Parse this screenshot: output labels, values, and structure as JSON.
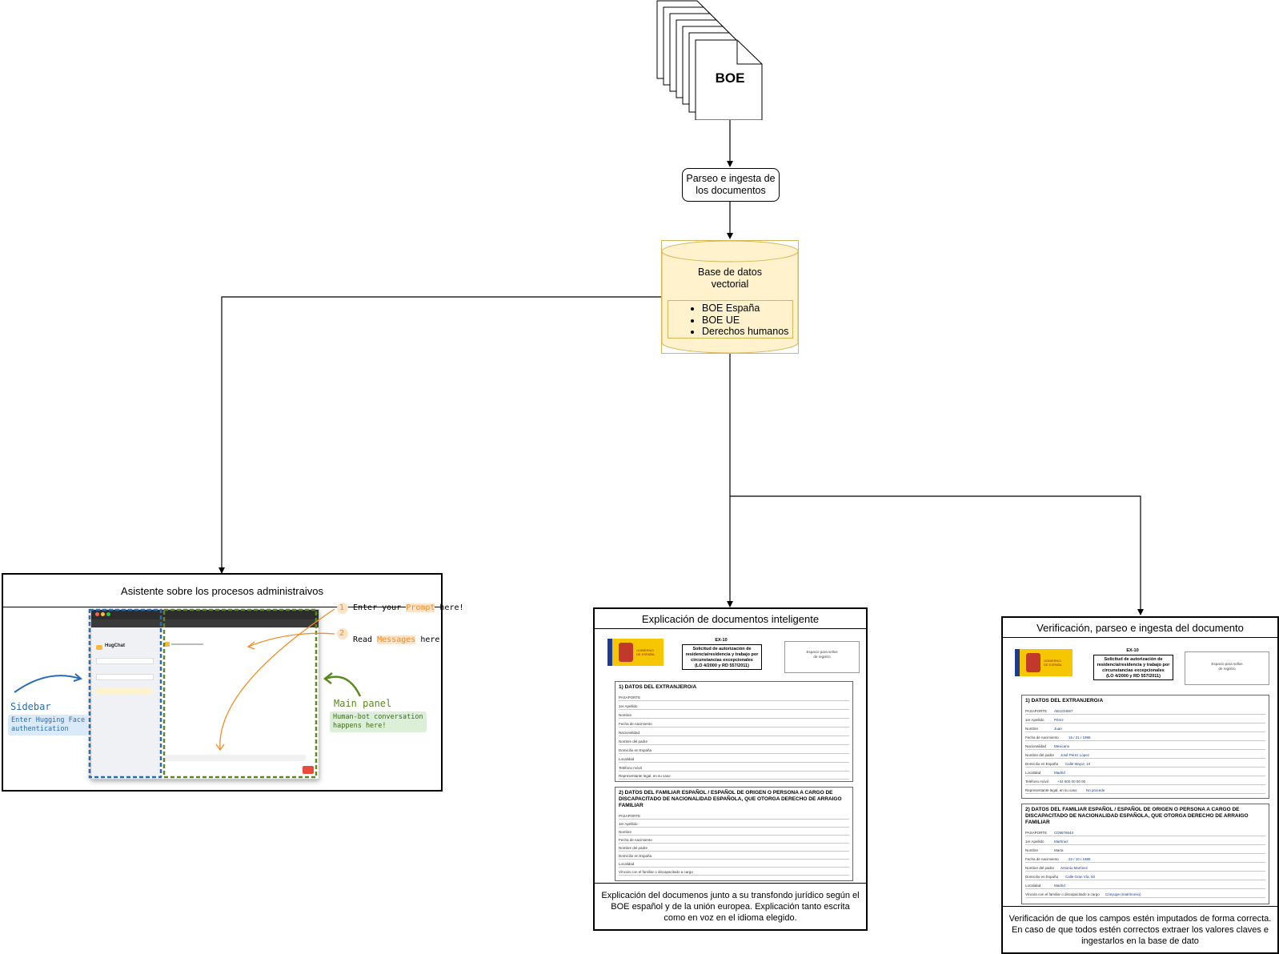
{
  "source_node": {
    "label": "BOE"
  },
  "process_node": {
    "label_line1": "Parseo e ingesta de",
    "label_line2": "los documentos"
  },
  "database_node": {
    "title_line1": "Base de datos",
    "title_line2": "vectorial",
    "items": [
      "BOE España",
      "BOE UE",
      "Derechos humanos"
    ]
  },
  "assistant_panel": {
    "title": "Asistente sobre los procesos administraivos",
    "screenshot": {
      "app_name": "HugChat",
      "annotation_1_prefix": "Enter your",
      "annotation_1_highlight": "Prompt",
      "annotation_1_suffix": "here!",
      "annotation_2_prefix": "Read",
      "annotation_2_highlight": "Messages",
      "annotation_2_suffix": "here!",
      "sidebar_label": "Sidebar",
      "sidebar_note_line1": "Enter Hugging Face",
      "sidebar_note_line2": "authentication",
      "main_label": "Main panel",
      "main_note_line1": "Human-bot conversation",
      "main_note_line2": "happens here!",
      "num_1": "1",
      "num_2": "2"
    }
  },
  "explanation_panel": {
    "title": "Explicación de documentos inteligente",
    "description": "Explicación del documenos junto a su transfondo jurídico según el BOE español y de la unión europea. Explicación tanto escrita como en voz en el idioma elegido."
  },
  "verification_panel": {
    "title": "Verificación, parseo e ingesta del documento",
    "description": "Verificación de que los campos estén imputados de forma correcta. En caso de que todos estén correctos extraer los valores claves e ingestarlos en la base de dato"
  },
  "form": {
    "code": "EX-10",
    "heading_line1": "Solicitud de autorización de",
    "heading_line2": "residencia/residencia y trabajo por",
    "heading_line3": "circunstancias excepcionales",
    "heading_line4": "(LO 4/2000 y RD 557/2011)",
    "stamp_line1": "Espacio para sellos",
    "stamp_line2": "de registro",
    "section1": "1)  DATOS DEL EXTRANJERO/A",
    "section2_line1": "2)   DATOS DEL FAMILIAR ESPAÑOL / ESPAÑOL DE ORIGEN O PERSONA A CARGO DE",
    "section2_line2": "DISCAPACITADO DE NACIONALIDAD ESPAÑOLA, QUE OTORGA DERECHO DE ARRAIGO",
    "section2_line3": "FAMILIAR",
    "gov_line1": "GOBIERNO",
    "gov_line2": "DE ESPAÑA",
    "fields1": [
      "PASAPORTE",
      "1er Apellido",
      "Nombre",
      "Fecha de nacimiento",
      "Nacionalidad",
      "Nombre del padre",
      "Domicilio en España",
      "Localidad",
      "Teléfono móvil",
      "Representante legal, en su caso"
    ],
    "fields2": [
      "PASAPORTE",
      "1er Apellido",
      "Nombre",
      "Fecha de nacimiento",
      "Nombre del padre",
      "Domicilio en España",
      "Localidad",
      "Vínculo con el familiar o discapacitado a cargo"
    ],
    "filled1": [
      "AB1234567",
      "Pérez",
      "Juan",
      "15 / 21 / 1996",
      "Mexicano",
      "José Pérez López",
      "Calle Mayor, 10",
      "Madrid",
      "+34 600 00 00 00",
      "No procede"
    ],
    "filled2": [
      "CD9876543",
      "Martínez",
      "Marta",
      "22 / 10 / 1985",
      "Antonio Martínez",
      "Calle Gran Vía, 50",
      "Madrid",
      "Cónyuge (matrimonio)"
    ]
  },
  "colors": {
    "db_fill": "#fff2cc",
    "db_stroke": "#d6b656",
    "sidebar_dash": "#2b6cb0",
    "main_dash": "#5a8a1f",
    "orange": "#f28c28",
    "sidebar_note_bg": "#dbeaf8",
    "main_note_bg": "#dcefd9"
  }
}
